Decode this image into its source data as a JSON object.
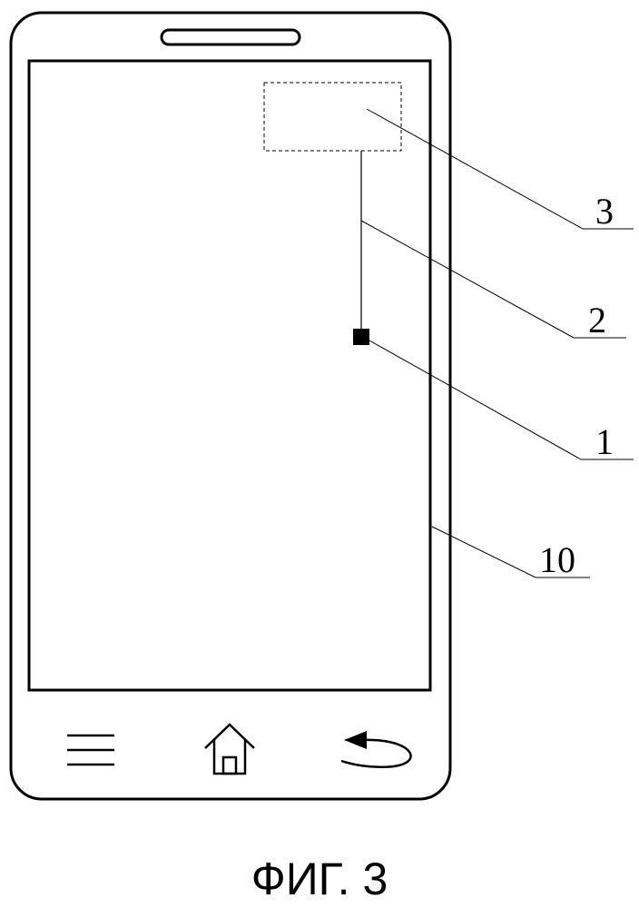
{
  "figure": {
    "caption": "ФИГ. 3",
    "labels": {
      "ref_3": "3",
      "ref_2": "2",
      "ref_1": "1",
      "ref_10": "10"
    }
  },
  "phone": {
    "nav_icons": [
      "menu-icon",
      "home-icon",
      "back-icon"
    ]
  },
  "colors": {
    "stroke": "#000000",
    "background": "#ffffff"
  }
}
